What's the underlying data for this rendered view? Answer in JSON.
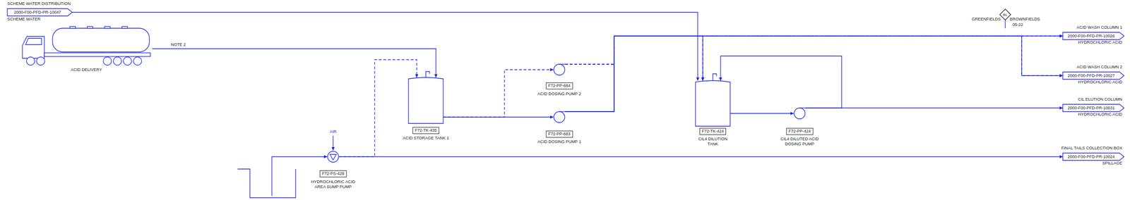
{
  "diagram": {
    "nodes": [
      {
        "text": [
          "SCHEME WATER DISTRIBUTION",
          "2000-F00-PFD-PR-10047",
          "SCHEME WATER"
        ]
      },
      {
        "text": [
          "ACID DELIVERY"
        ]
      },
      {
        "text": [
          "F72-PS-428",
          "HYDROCHLORIC ACID AREA SUMP PUMP"
        ]
      },
      {
        "text": [
          "F72-TK-435",
          "ACID STORAGE TANK 1"
        ]
      },
      {
        "text": [
          "F72-PP-684",
          "ACID DOSING PUMP 2"
        ]
      },
      {
        "text": [
          "F72-PP-683",
          "ACID DOSING PUMP 1"
        ]
      },
      {
        "text": [
          "F72-TK-424",
          "CIL4 DILUTION TANK"
        ]
      },
      {
        "text": [
          "F72-PP-424",
          "CIL4 DILUTED ACID DOSING PUMP"
        ]
      },
      {
        "text": [
          "BL"
        ]
      },
      {
        "text": [
          "ACID WASH COLUMN 1",
          "2000-F00-PFD-PR-10026",
          "HYDROCHLORIC ACID"
        ]
      },
      {
        "text": [
          "ACID WASH COLUMN 2",
          "2000-F00-PFD-PR-10027",
          "HYDROCHLORIC ACID"
        ]
      },
      {
        "text": [
          "CIL ELUTION COLUMN",
          "2000-F00-PFD-PR-10031",
          "HYDROCHLORIC ACID"
        ]
      },
      {
        "text": [
          "FINAL TAILS COLLECTION BOX",
          "2000-F00-PFD-PR-10024",
          "SPILLAGE"
        ]
      }
    ],
    "edges": [
      {
        "from": 0,
        "to": 6,
        "arrow": "to"
      },
      {
        "from": 1,
        "to": 3,
        "label": "NOTE 2",
        "arrow": "to"
      },
      {
        "from": 2,
        "to": 3,
        "arrow": "to"
      },
      {
        "from": 2,
        "to": 12,
        "arrow": "to"
      },
      {
        "from": 3,
        "to": 4,
        "arrow": "to"
      },
      {
        "from": 3,
        "to": 5,
        "arrow": "to"
      },
      {
        "from": 4,
        "to": 6,
        "arrow": "to"
      },
      {
        "from": 4,
        "to": 9,
        "arrow": "to"
      },
      {
        "from": 4,
        "to": 10,
        "arrow": "to"
      },
      {
        "from": 5,
        "to": 6,
        "arrow": "to"
      },
      {
        "from": 5,
        "to": 9,
        "arrow": "to"
      },
      {
        "from": 5,
        "to": 10,
        "arrow": "to"
      },
      {
        "from": 6,
        "to": 7,
        "arrow": "to"
      },
      {
        "from": 7,
        "to": 6,
        "arrow": "to"
      },
      {
        "from": 7,
        "to": 11,
        "arrow": "to"
      }
    ],
    "labels": [
      "AIR",
      "GREENFIELDS",
      "BROWNFIELDS",
      "05-22"
    ]
  }
}
